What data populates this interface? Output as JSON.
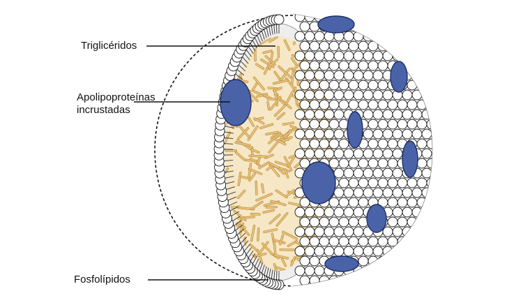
{
  "labels": {
    "triglycerides": "Triglicéridos",
    "apolipoproteins_line1": "Apolipoproteínas",
    "apolipoproteins_line2": "incrustadas",
    "phospholipids": "Fosfolípidos"
  },
  "colors": {
    "outline": "#111111",
    "phospholipid_head": "#ffffff",
    "phospholipid_tail": "#333333",
    "triglyceride": "#e8c27a",
    "triglyceride_edge": "#b58a3c",
    "apolipoprotein": "#4a63a8",
    "apolipoprotein_edge": "#1f2f66"
  }
}
